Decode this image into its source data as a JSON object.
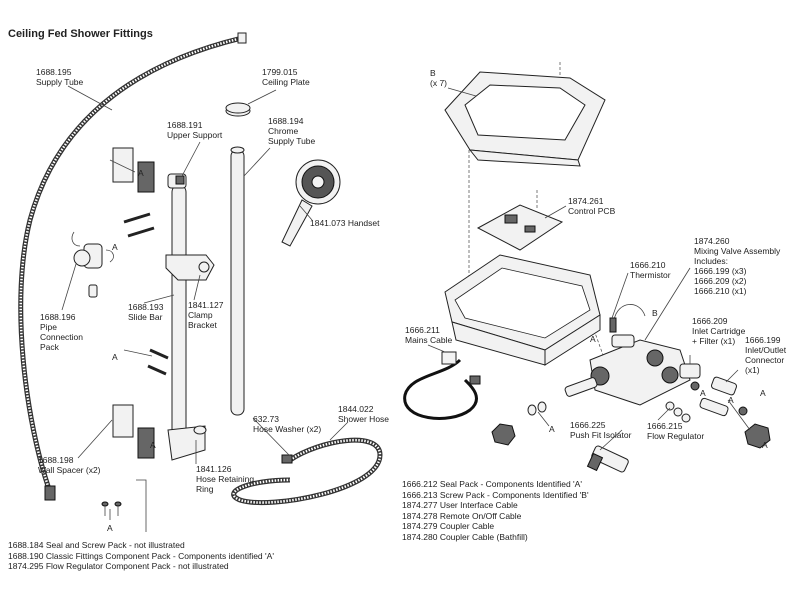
{
  "title": "Ceiling Fed Shower Fittings",
  "labels": {
    "supply_tube": "1688.195\nSupply Tube",
    "ceiling_plate": "1799.015\nCeiling Plate",
    "upper_support": "1688.191\nUpper Support",
    "chrome_supply_tube": "1688.194\nChrome\nSupply Tube",
    "handset": "1841.073 Handset",
    "pipe_connection_pack": "1688.196\nPipe\nConnection\nPack",
    "slide_bar": "1688.193\nSlide Bar",
    "clamp_bracket": "1841.127\nClamp\nBracket",
    "wall_spacer": "1688.198\nWall Spacer (x2)",
    "hose_retaining_ring": "1841.126\nHose Retaining\nRing",
    "hose_washer": "632.73\nHose Washer (x2)",
    "shower_hose": "1844.022\nShower Hose",
    "cover_b": "B\n(x 7)",
    "control_pcb": "1874.261\nControl PCB",
    "thermistor": "1666.210\nThermistor",
    "mixing_valve": "1874.260\nMixing Valve Assembly\nIncludes:\n1666.199 (x3)\n1666.209 (x2)\n1666.210 (x1)",
    "mains_cable": "1666.211\nMains Cable",
    "inlet_cartridge": "1666.209\nInlet Cartridge\n+ Filter (x1)",
    "inlet_outlet_connector": "1666.199\nInlet/Outlet\nConnector\n(x1)",
    "push_fit_isolator": "1666.225\nPush Fit Isolator",
    "flow_regulator": "1666.215\nFlow Regulator"
  },
  "letters": {
    "a": "A",
    "b": "B"
  },
  "notes_left": [
    "1688.184 Seal and Screw  Pack - not illustrated",
    "1688.190 Classic Fittings Component Pack - Components identified 'A'",
    "1874.295 Flow Regulator Component Pack - not illustrated"
  ],
  "notes_right": [
    "1666.212 Seal Pack - Components Identified 'A'",
    "1666.213 Screw Pack - Components Identified 'B'",
    "1874.277 User Interface Cable",
    "1874.278 Remote On/Off Cable",
    "1874.279 Coupler Cable",
    "1874.280 Coupler Cable (Bathfill)"
  ]
}
